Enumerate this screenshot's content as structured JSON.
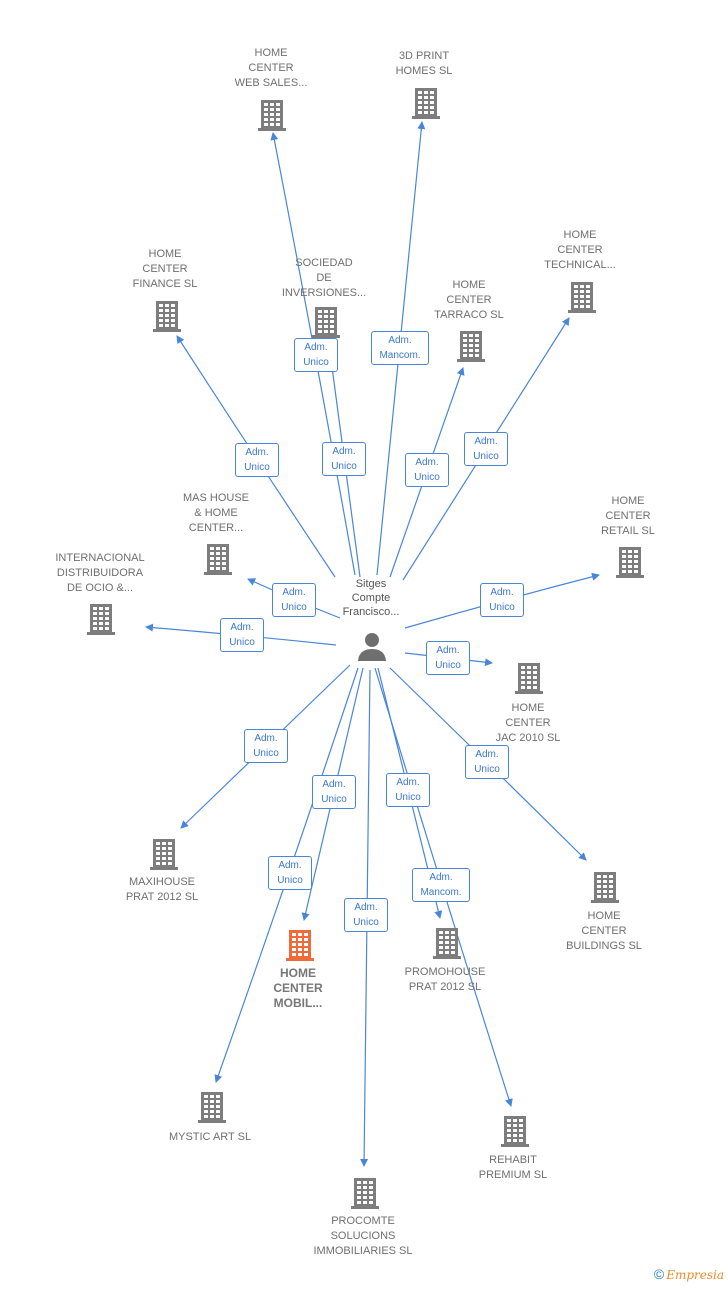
{
  "colors": {
    "edge": "#4a86d8",
    "building": "#7d7d7d",
    "building_highlight": "#f06a3a",
    "person": "#6f6f6f"
  },
  "person": {
    "name": "Sitges\nCompte\nFrancisco..."
  },
  "companies": [
    {
      "id": "home-center-web-sales",
      "name": "HOME\nCENTER\nWEB SALES...",
      "highlight": false
    },
    {
      "id": "3d-print-homes",
      "name": "3D PRINT\nHOMES  SL",
      "highlight": false
    },
    {
      "id": "home-center-finance",
      "name": "HOME\nCENTER\nFINANCE  SL",
      "highlight": false
    },
    {
      "id": "sociedad-de-inversiones",
      "name": "SOCIEDAD\nDE\nINVERSIONES...",
      "highlight": false
    },
    {
      "id": "home-center-tarraco",
      "name": "HOME\nCENTER\nTARRACO  SL",
      "highlight": false
    },
    {
      "id": "home-center-technical",
      "name": "HOME\nCENTER\nTECHNICAL...",
      "highlight": false
    },
    {
      "id": "mas-house-home-center",
      "name": "MAS HOUSE\n& HOME\nCENTER...",
      "highlight": false
    },
    {
      "id": "internacional-distribuidora",
      "name": "INTERNACIONAL\nDISTRIBUIDORA\nDE OCIO &...",
      "highlight": false
    },
    {
      "id": "home-center-retail",
      "name": "HOME\nCENTER\nRETAIL  SL",
      "highlight": false
    },
    {
      "id": "home-center-jac-2010",
      "name": "HOME\nCENTER\nJAC 2010  SL",
      "highlight": false
    },
    {
      "id": "maxihouse-prat-2012",
      "name": "MAXIHOUSE\nPRAT 2012  SL",
      "highlight": false
    },
    {
      "id": "home-center-buildings",
      "name": "HOME\nCENTER\nBUILDINGS  SL",
      "highlight": false
    },
    {
      "id": "home-center-mobil",
      "name": "HOME\nCENTER\nMOBIL...",
      "highlight": true
    },
    {
      "id": "promohouse-prat-2012",
      "name": "PROMOHOUSE\nPRAT 2012  SL",
      "highlight": false
    },
    {
      "id": "mystic-art",
      "name": "MYSTIC ART SL",
      "highlight": false
    },
    {
      "id": "rehabit-premium",
      "name": "REHABIT\nPREMIUM  SL",
      "highlight": false
    },
    {
      "id": "procomte-solucions",
      "name": "PROCOMTE\nSOLUCIONS\nIMMOBILIARIES SL",
      "highlight": false
    }
  ],
  "relations": [
    {
      "target": "home-center-web-sales",
      "label": "Adm.\nUnico"
    },
    {
      "target": "3d-print-homes",
      "label": "Adm.\nMancom."
    },
    {
      "target": "home-center-finance",
      "label": "Adm.\nUnico"
    },
    {
      "target": "sociedad-de-inversiones",
      "label": "Adm.\nUnico"
    },
    {
      "target": "home-center-tarraco",
      "label": "Adm.\nUnico"
    },
    {
      "target": "home-center-technical",
      "label": "Adm.\nUnico"
    },
    {
      "target": "mas-house-home-center",
      "label": "Adm.\nUnico"
    },
    {
      "target": "internacional-distribuidora",
      "label": "Adm.\nUnico"
    },
    {
      "target": "home-center-retail",
      "label": "Adm.\nUnico"
    },
    {
      "target": "home-center-jac-2010",
      "label": "Adm.\nUnico"
    },
    {
      "target": "maxihouse-prat-2012",
      "label": "Adm.\nUnico"
    },
    {
      "target": "home-center-buildings",
      "label": "Adm.\nUnico"
    },
    {
      "target": "home-center-mobil",
      "label": "Adm.\nUnico"
    },
    {
      "target": "promohouse-prat-2012",
      "label": "Adm.\nUnico"
    },
    {
      "target": "mystic-art",
      "label": "Adm.\nUnico"
    },
    {
      "target": "rehabit-premium",
      "label": "Adm.\nMancom."
    },
    {
      "target": "procomte-solucions",
      "label": "Adm.\nUnico"
    }
  ],
  "footer": {
    "copyright": "©",
    "brand": "Empresia"
  }
}
